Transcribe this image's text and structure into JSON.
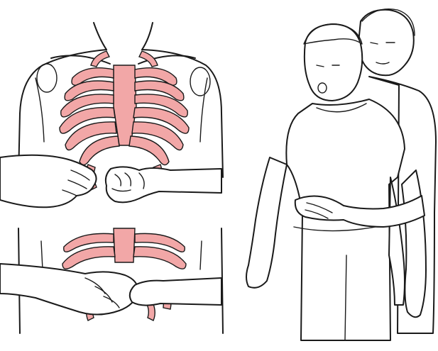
{
  "illustration": {
    "background_color": "#ffffff",
    "line_color": "#1a1a1a",
    "bone_color": "#f2a7a7",
    "panels": [
      {
        "subject": "torso-ribcage-fist-placement"
      },
      {
        "subject": "ribcage-hand-over-fist"
      },
      {
        "subject": "abdominal-thrust-two-people"
      }
    ]
  }
}
